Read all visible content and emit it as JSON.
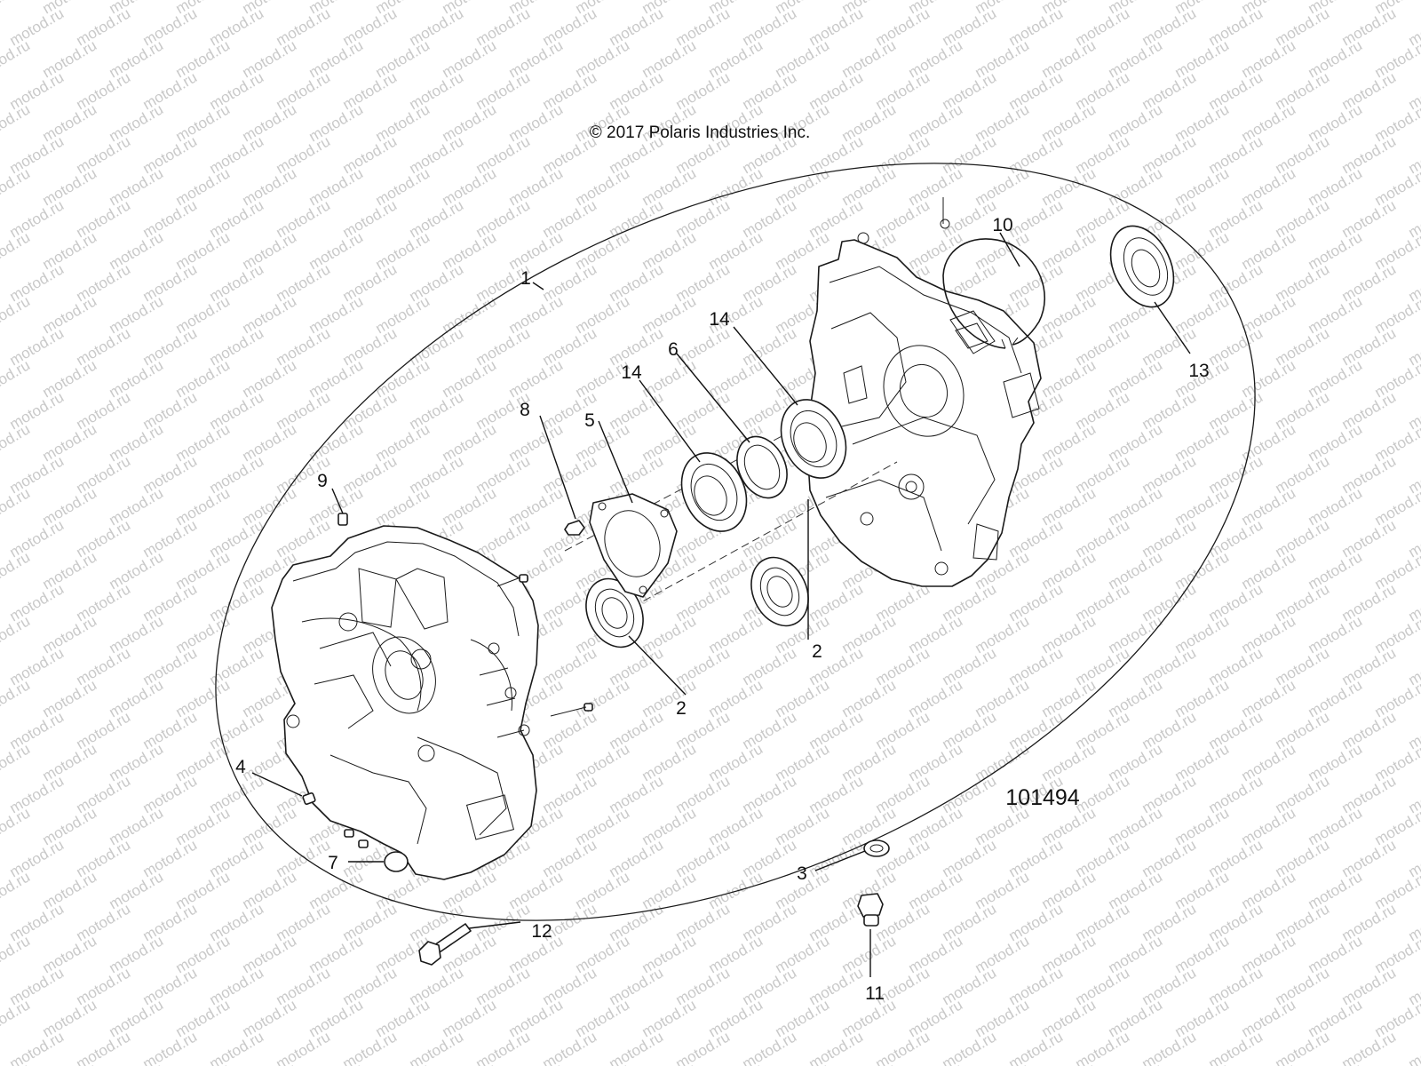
{
  "copyright": "© 2017 Polaris Industries Inc.",
  "drawing_number": "101494",
  "watermark_text": "motod.ru",
  "callouts": {
    "c1": "1",
    "c2a": "2",
    "c2b": "2",
    "c3": "3",
    "c4": "4",
    "c5": "5",
    "c6": "6",
    "c7": "7",
    "c8": "8",
    "c9": "9",
    "c10": "10",
    "c11": "11",
    "c12": "12",
    "c13": "13",
    "c14a": "14",
    "c14b": "14"
  },
  "colors": {
    "line": "#111111",
    "watermark": "#c9c9c9",
    "background": "#ffffff"
  }
}
